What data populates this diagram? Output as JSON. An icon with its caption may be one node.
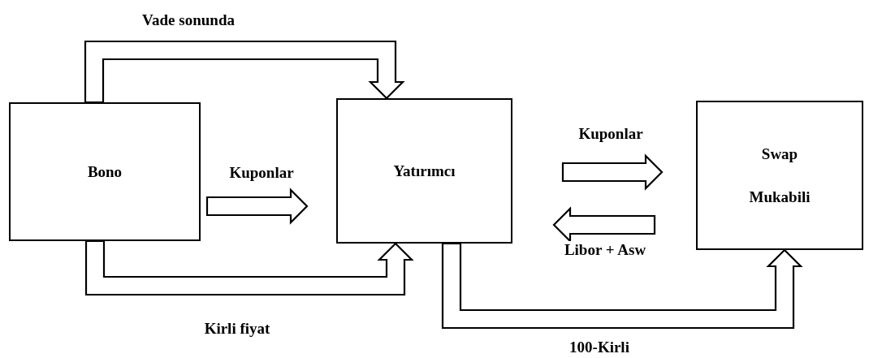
{
  "diagram": {
    "nodes": [
      {
        "text": [
          "Bono"
        ]
      },
      {
        "text": [
          "Yatırımcı"
        ]
      },
      {
        "text": [
          "Swap Mukabili"
        ]
      }
    ],
    "edges": [
      {
        "from": 0,
        "to": 1,
        "arrow": "to",
        "label": "Vade sonunda"
      },
      {
        "from": 0,
        "to": 1,
        "arrow": "to",
        "label": "Kuponlar"
      },
      {
        "from": 0,
        "to": 1,
        "arrow": "to",
        "label": "Kirli fiyat"
      },
      {
        "from": 1,
        "to": 2,
        "arrow": "to",
        "label": "Kuponlar"
      },
      {
        "from": 2,
        "to": 1,
        "arrow": "to",
        "label": "Libor + Asw"
      },
      {
        "from": 1,
        "to": 2,
        "arrow": "to",
        "label": "100-Kirli"
      }
    ]
  }
}
